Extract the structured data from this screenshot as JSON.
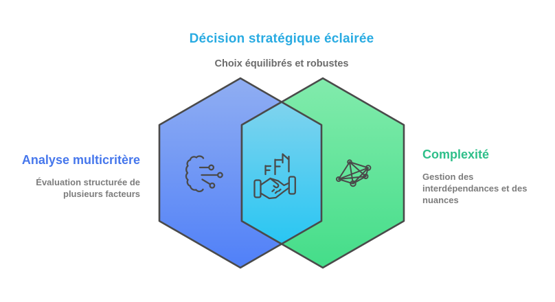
{
  "header": {
    "title": "Décision stratégique éclairée",
    "subtitle": "Choix équilibrés et robustes"
  },
  "left_node": {
    "title": "Analyse multicritère",
    "subtitle": "Évaluation structurée de plusieurs facteurs",
    "icon": "brain-circuit-icon"
  },
  "right_node": {
    "title": "Complexité",
    "subtitle": "Gestion des interdépendances et des nuances",
    "icon": "network-graph-icon"
  },
  "center_node": {
    "icon": "handshake-icon"
  },
  "colors": {
    "title_accent": "#29abe2",
    "left_accent": "#4677ec",
    "right_accent": "#2fbf8a",
    "muted_text": "#7c7c7c",
    "outline": "#4a4a4a",
    "blue_hexagon_gradient": [
      "#90aef2",
      "#5080f8"
    ],
    "green_hexagon_gradient": [
      "#82ebac",
      "#44dd89"
    ],
    "overlap_gradient": [
      "#7fd3ee",
      "#29c6f3"
    ]
  }
}
